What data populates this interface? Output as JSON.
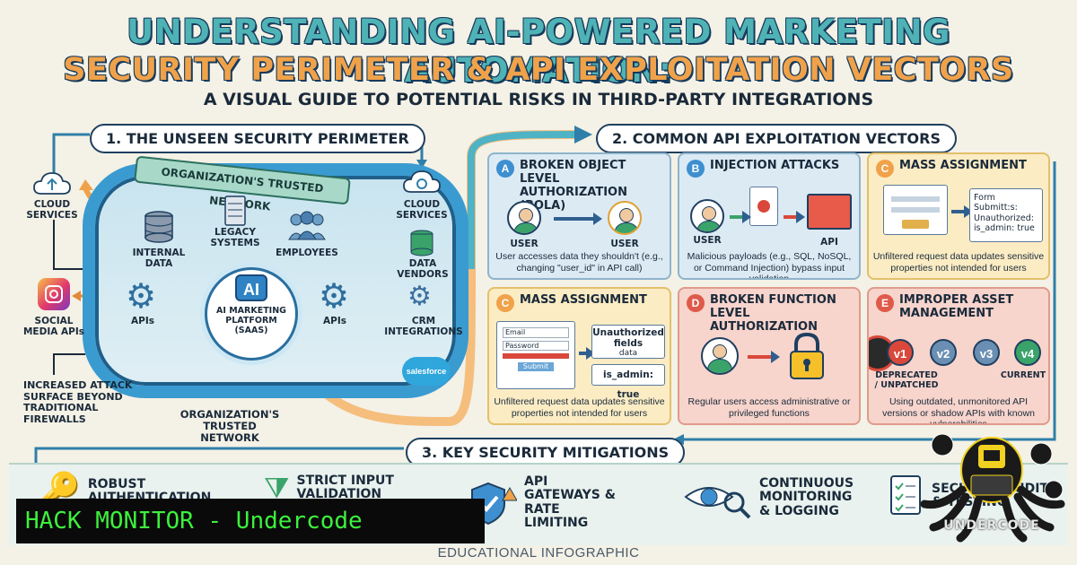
{
  "header": {
    "title_line1": "UNDERSTANDING AI-POWERED MARKETING AUTOMATION:",
    "title_line2": "SECURITY PERIMETER & API EXPLOITATION VECTORS",
    "subtitle": "A VISUAL GUIDE TO POTENTIAL RISKS IN THIRD-PARTY INTEGRATIONS"
  },
  "section1": {
    "heading": "1. THE UNSEEN SECURITY PERIMETER",
    "network_banner": "ORGANIZATION'S TRUSTED NETWORK",
    "internal_data": "INTERNAL DATA",
    "legacy_systems": "LEGACY SYSTEMS",
    "employees": "EMPLOYEES",
    "apis_left": "APIs",
    "apis_right": "APIs",
    "ai_chip": "AI",
    "ai_platform": "AI MARKETING PLATFORM (SAAS)",
    "cloud_left": "CLOUD SERVICES",
    "cloud_right": "CLOUD SERVICES",
    "social": "SOCIAL MEDIA APIs",
    "data_vendors": "DATA VENDORS",
    "crm": "CRM INTEGRATIONS",
    "salesforce": "salesforce",
    "attack_surface": "INCREASED ATTACK SURFACE BEYOND TRADITIONAL FIREWALLS",
    "trusted_network": "ORGANIZATION'S TRUSTED NETWORK"
  },
  "section2": {
    "heading": "2. COMMON API EXPLOITATION VECTORS",
    "cards": [
      {
        "badge": "A",
        "title": "BROKEN OBJECT LEVEL AUTHORIZATION (BOLA)",
        "user1": "USER",
        "user2": "USER",
        "desc": "User accesses data they shouldn't (e.g., changing \"user_id\" in API call)"
      },
      {
        "badge": "B",
        "title": "INJECTION ATTACKS",
        "user": "USER",
        "api": "API",
        "desc": "Malicious payloads (e.g., SQL, NoSQL, or Command Injection) bypass input validation"
      },
      {
        "badge": "C",
        "title": "MASS ASSIGNMENT",
        "form_lines": [
          "Form",
          "Submitt:s:",
          "Unauthorized:",
          "is_admin: true"
        ],
        "desc": "Unfiltered request data updates sensitive properties not intended for users"
      },
      {
        "badge": "C",
        "title": "MASS ASSIGNMENT",
        "form_fields": [
          "Email",
          "Password",
          "Submit"
        ],
        "unauthorized": "Unauthorized fields",
        "data": "data",
        "is_admin": "is_admin: true",
        "desc": "Unfiltered request data updates sensitive properties not intended for users"
      },
      {
        "badge": "D",
        "title": "BROKEN FUNCTION LEVEL AUTHORIZATION",
        "desc": "Regular users access administrative or privileged functions"
      },
      {
        "badge": "E",
        "title": "IMPROPER ASSET MANAGEMENT",
        "versions": [
          "v1",
          "v2",
          "v3",
          "v4"
        ],
        "deprecated": "DEPRECATED / UNPATCHED",
        "current": "CURRENT",
        "desc": "Using outdated, unmonitored API versions or shadow APIs with known vulnerabilities"
      }
    ]
  },
  "section3": {
    "heading": "3. KEY SECURITY MITIGATIONS",
    "items": [
      "ROBUST AUTHENTICATION",
      "STRICT INPUT VALIDATION",
      "API GATEWAYS & RATE LIMITING",
      "CONTINUOUS MONITORING & LOGGING",
      "SECURITY AUDITS & TESTING"
    ]
  },
  "overlay": {
    "banner": "HACK MONITOR - Undercode",
    "logo_text": "UNDERCODE"
  },
  "footer": "EDUCATIONAL INFOGRAPHIC",
  "colors": {
    "teal_title": "#4fb3b6",
    "orange_title": "#f0a24a",
    "ring_blue": "#3a9bd0",
    "banner_green": "#3df03d"
  }
}
